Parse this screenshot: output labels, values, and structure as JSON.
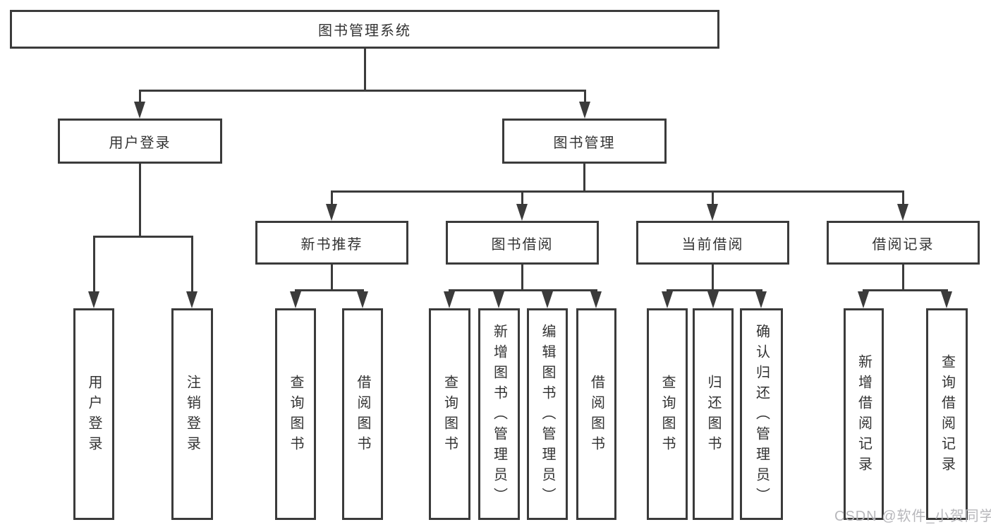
{
  "diagram": {
    "root_label": "图书管理系统",
    "branches": [
      {
        "label": "用户登录",
        "leaves": [
          "用户登录",
          "注销登录"
        ]
      },
      {
        "label": "图书管理",
        "groups": [
          {
            "label": "新书推荐",
            "leaves": [
              "查询图书",
              "借阅图书"
            ]
          },
          {
            "label": "图书借阅",
            "leaves": [
              "查询图书",
              "新增图书（管理员）",
              "编辑图书（管理员）",
              "借阅图书"
            ]
          },
          {
            "label": "当前借阅",
            "leaves": [
              "查询图书",
              "归还图书",
              "确认归还（管理员）"
            ]
          },
          {
            "label": "借阅记录",
            "leaves": [
              "新增借阅记录",
              "查询借阅记录"
            ]
          }
        ]
      }
    ]
  },
  "watermark": {
    "text": "CSDN @软件_小贺同学"
  },
  "colors": {
    "line": "#3b3b3b",
    "text": "#333333",
    "background": "#ffffff",
    "watermark": "#b7b7bb"
  }
}
